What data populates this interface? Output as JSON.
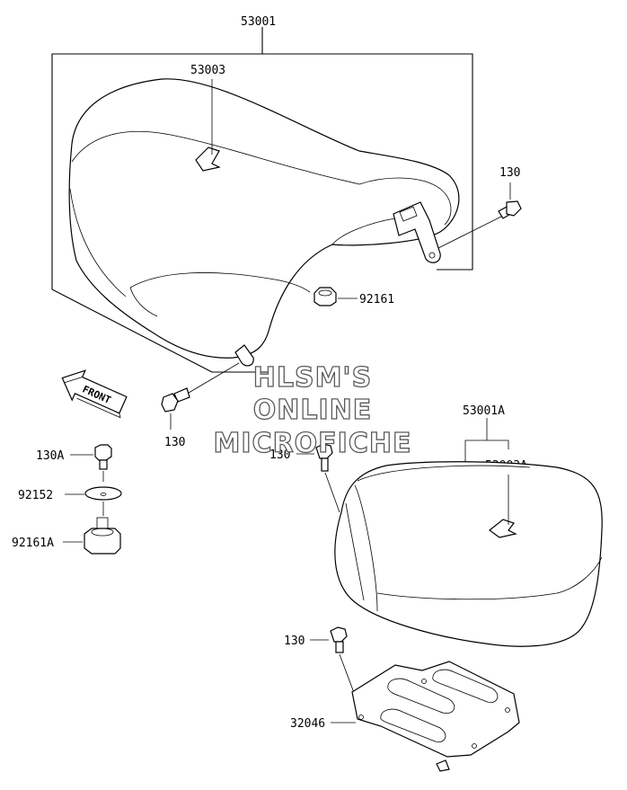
{
  "parts": {
    "p53001": "53001",
    "p53003": "53003",
    "p130_right": "130",
    "p92161": "92161",
    "p130_left": "130",
    "p130A": "130A",
    "p92152": "92152",
    "p92161A": "92161A",
    "p53001A": "53001A",
    "p130_mid": "130",
    "p53003A": "53003A",
    "p130_lower": "130",
    "p32046": "32046"
  },
  "front_label": "FRONT",
  "watermark": {
    "line1": "HLSM'S",
    "line2": "ONLINE",
    "line3": "MICROFICHE"
  }
}
